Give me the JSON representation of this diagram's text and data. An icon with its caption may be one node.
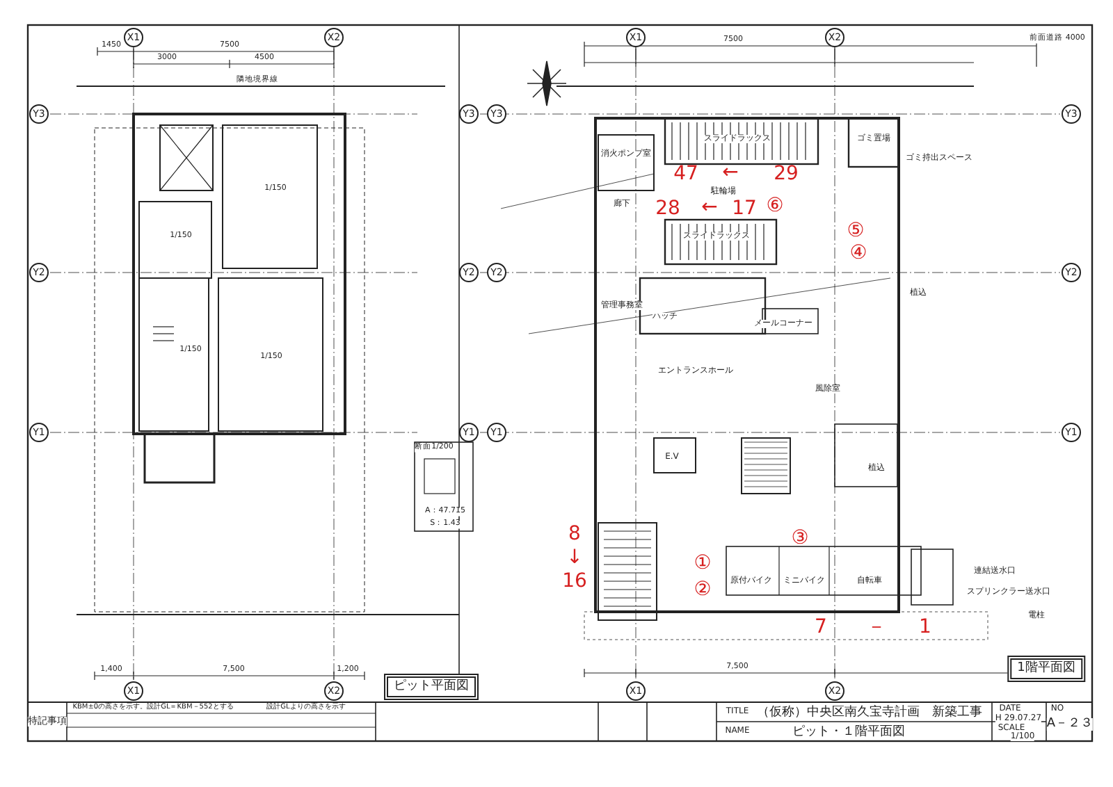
{
  "diagram": {
    "labels": [
      "X1",
      "X2",
      "Y3",
      "Y2",
      "Y1",
      "1450",
      "7500",
      "3000",
      "4500",
      "隣地境界線",
      "1/150",
      "1/150",
      "1/150",
      "1/150",
      "断面1/200",
      "A：47.715",
      "S：1.43",
      "1,400",
      "7,500",
      "1,200",
      "X1",
      "X2",
      "ピット平面図",
      "X1",
      "X2",
      "Y3",
      "Y3",
      "Y3",
      "Y2",
      "Y2",
      "Y2",
      "Y1",
      "Y1",
      "Y1",
      "7500",
      "消火ポンプ室",
      "スライドラックス",
      "47",
      "←",
      "29",
      "駐輪場",
      "廊下",
      "28",
      "←",
      "17",
      "⑥",
      "スライドラックス",
      "ゴミ置場",
      "ゴミ持出スペース",
      "⑤",
      "④",
      "管理事務室",
      "ハッチ",
      "メールコーナー",
      "植込",
      "エントランスホール",
      "風除室",
      "E.V",
      "植込",
      "8",
      "↓",
      "16",
      "③",
      "①",
      "②",
      "原付バイク",
      "ミニバイク",
      "自転車",
      "連結送水口",
      "スプリンクラー送水口",
      "電柱",
      "7",
      "－",
      "1",
      "7,500",
      "X1",
      "X2",
      "1階平面図",
      "前面道路 4000",
      "特記事項",
      "KBM±0の高さを示す。設計GL＝KBM－552とする",
      "設計GLよりの高さを示す",
      "TITLE",
      "（仮称）中央区南久宝寺計画　新築工事",
      "NAME",
      "ピット・１階平面図",
      "DATE",
      "H 29.07.27",
      "SCALE",
      "1/100",
      "NO",
      "A－２３"
    ]
  }
}
